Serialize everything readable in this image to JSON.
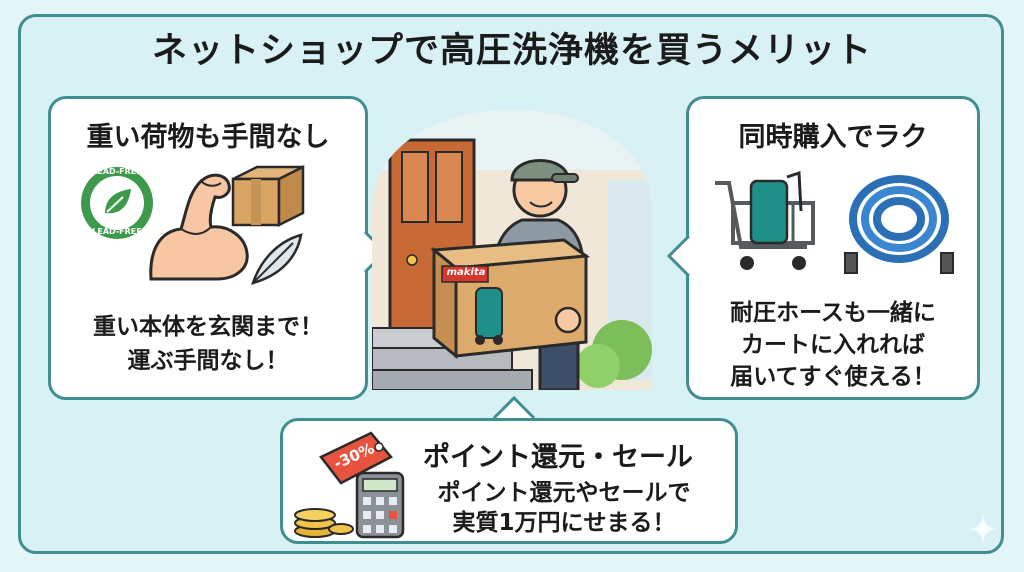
{
  "title": "ネットショップで高圧洗浄機を買うメリット",
  "left_card": {
    "title": "重い荷物も手間なし",
    "body_line1": "重い本体を玄関まで！",
    "body_line2": "運ぶ手間なし！",
    "badge_top": "LEAD-FREE",
    "badge_bottom": "LEAD-FREE"
  },
  "right_card": {
    "title": "同時購入でラク",
    "body_line1": "耐圧ホースも一緒に",
    "body_line2": "カートに入れれば",
    "body_line3": "届いてすぐ使える！"
  },
  "bottom_card": {
    "title": "ポイント還元・セール",
    "body_line1": "ポイント還元やセールで",
    "body_line2": "実質1万円にせまる！",
    "tag_text": "-30%"
  },
  "center": {
    "box_brand": "makita"
  },
  "colors": {
    "frame": "#3f8f90",
    "background": "#d8f1f5",
    "card": "#ffffff",
    "tag": "#e8533f"
  }
}
